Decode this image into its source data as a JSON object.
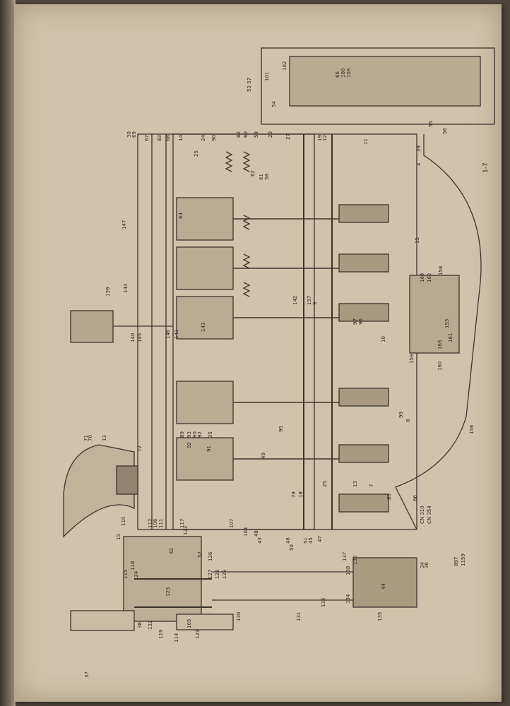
{
  "figure": {
    "page_number": "1-7",
    "drawing_refs": [
      "897",
      "1159"
    ],
    "drawing_codes": [
      "CN 310",
      "CN 354"
    ]
  },
  "callouts": [
    "101",
    "102",
    "66",
    "100",
    "103",
    "53 57",
    "54",
    "55",
    "56",
    "30",
    "69",
    "67",
    "83",
    "68",
    "14",
    "24",
    "90",
    "82",
    "60",
    "59",
    "20",
    "27",
    "19",
    "12",
    "11",
    "39",
    "4",
    "25",
    "62",
    "61",
    "58",
    "64",
    "147",
    "15",
    "139",
    "144",
    "143",
    "142",
    "157",
    "146",
    "141",
    "140",
    "145",
    "97",
    "96",
    "10",
    "9",
    "164",
    "162",
    "158",
    "160",
    "159",
    "153",
    "161",
    "163",
    "156",
    "35",
    "92",
    "89",
    "93",
    "90",
    "91",
    "92",
    "95",
    "49",
    "99",
    "8",
    "13",
    "70",
    "71",
    "72",
    "79",
    "18",
    "25",
    "13",
    "7",
    "85",
    "86",
    "15",
    "110",
    "112",
    "106",
    "111",
    "117",
    "122",
    "118",
    "115",
    "107",
    "104",
    "48",
    "43",
    "46",
    "50",
    "51",
    "45",
    "47",
    "42",
    "52",
    "124",
    "126",
    "125",
    "105",
    "38",
    "123",
    "127",
    "128",
    "129",
    "130",
    "131",
    "133",
    "132",
    "119",
    "114",
    "134",
    "135",
    "136",
    "137",
    "138",
    "44",
    "34",
    "36",
    "37"
  ],
  "colors": {
    "paper": "#cfc3ab",
    "ink": "#3a342c"
  }
}
